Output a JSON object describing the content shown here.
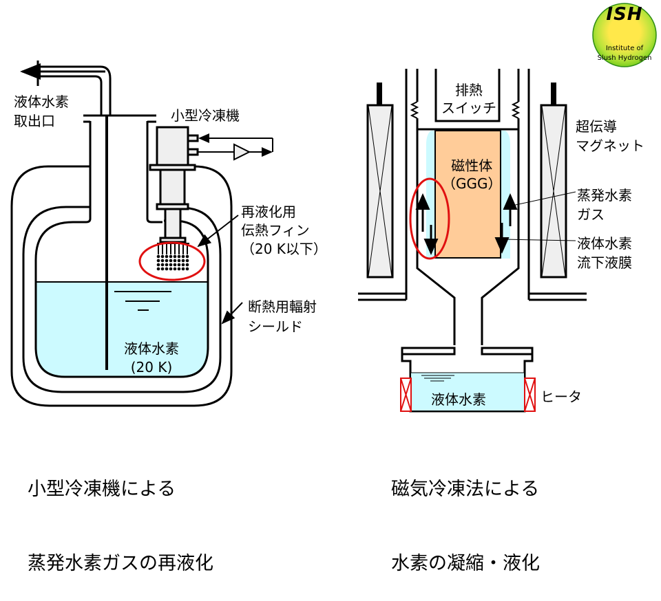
{
  "logo": {
    "title": "ISH",
    "subtitle_line1": "Institute of",
    "subtitle_line2": "Slush Hydrogen",
    "colors": {
      "outer": "#7CCF1F",
      "inner": "#FFE84A",
      "ring": "#2E8B14"
    }
  },
  "left_diagram": {
    "outlet_label": "液体水素\n取出口",
    "cryocooler_label": "小型冷凍機",
    "fin_label": "再液化用\n伝熱フィン\n（20 K以下）",
    "shield_label": "断熱用輻射\nシールド",
    "liquid_label": "液体水素\n(20 K)",
    "caption_line1": "小型冷凍機による",
    "caption_line2": "蒸発水素ガスの再液化"
  },
  "right_diagram": {
    "heat_switch_label": "排熱\nスイッチ",
    "magnetic_label": "磁性体\n（GGG）",
    "magnet_label": "超伝導\nマグネット",
    "gas_label": "蒸発水素\nガス",
    "film_label": "液体水素\n流下液膜",
    "liquid_label": "液体水素",
    "heater_label": "ヒータ",
    "caption_line1": "磁気冷凍法による",
    "caption_line2": "水素の凝縮・液化"
  },
  "colors": {
    "liquid": "#CCFAFF",
    "magnetic_material": "#FFCC99",
    "highlight": "#E01010",
    "component_fill": "#EFEFEF",
    "heater": "#E01010"
  }
}
